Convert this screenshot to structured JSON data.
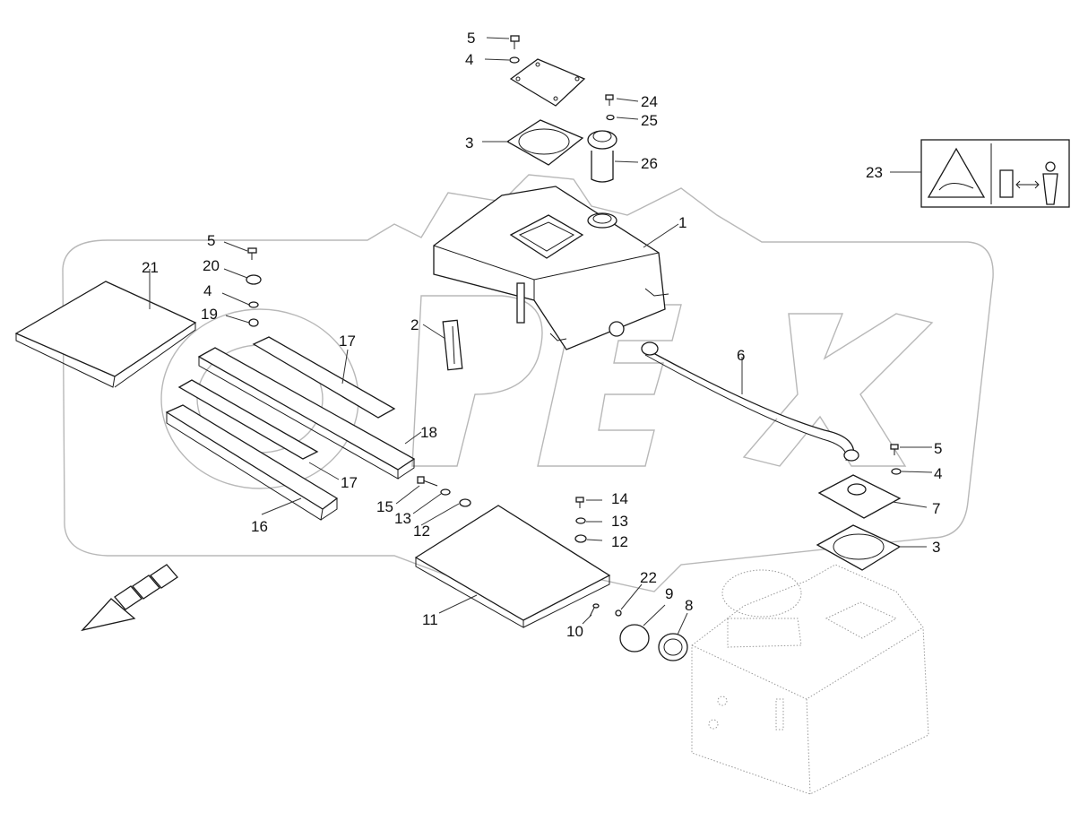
{
  "callouts": [
    {
      "id": "c5a",
      "text": "5"
    },
    {
      "id": "c4a",
      "text": "4"
    },
    {
      "id": "c24",
      "text": "24"
    },
    {
      "id": "c25",
      "text": "25"
    },
    {
      "id": "c3a",
      "text": "3"
    },
    {
      "id": "c26",
      "text": "26"
    },
    {
      "id": "c23",
      "text": "23"
    },
    {
      "id": "c1",
      "text": "1"
    },
    {
      "id": "c5b",
      "text": "5"
    },
    {
      "id": "c21",
      "text": "21"
    },
    {
      "id": "c20",
      "text": "20"
    },
    {
      "id": "c4b",
      "text": "4"
    },
    {
      "id": "c19",
      "text": "19"
    },
    {
      "id": "c2",
      "text": "2"
    },
    {
      "id": "c17a",
      "text": "17"
    },
    {
      "id": "c6",
      "text": "6"
    },
    {
      "id": "c18",
      "text": "18"
    },
    {
      "id": "c17b",
      "text": "17"
    },
    {
      "id": "c5c",
      "text": "5"
    },
    {
      "id": "c4c",
      "text": "4"
    },
    {
      "id": "c15",
      "text": "15"
    },
    {
      "id": "c13a",
      "text": "13"
    },
    {
      "id": "c14",
      "text": "14"
    },
    {
      "id": "c7",
      "text": "7"
    },
    {
      "id": "c16",
      "text": "16"
    },
    {
      "id": "c12a",
      "text": "12"
    },
    {
      "id": "c13b",
      "text": "13"
    },
    {
      "id": "c12b",
      "text": "12"
    },
    {
      "id": "c3b",
      "text": "3"
    },
    {
      "id": "c22",
      "text": "22"
    },
    {
      "id": "c9",
      "text": "9"
    },
    {
      "id": "c8",
      "text": "8"
    },
    {
      "id": "c11",
      "text": "11"
    },
    {
      "id": "c10",
      "text": "10"
    }
  ],
  "watermark": "OPEX",
  "icons": {
    "warning_decal": "hot-surface-warning-icon",
    "direction_arrow": "forward-direction-arrow-icon",
    "person": "person-icon"
  },
  "colors": {
    "line": "#1a1a1a",
    "ghost": "#999999",
    "watermark": "#b8b8b8"
  }
}
